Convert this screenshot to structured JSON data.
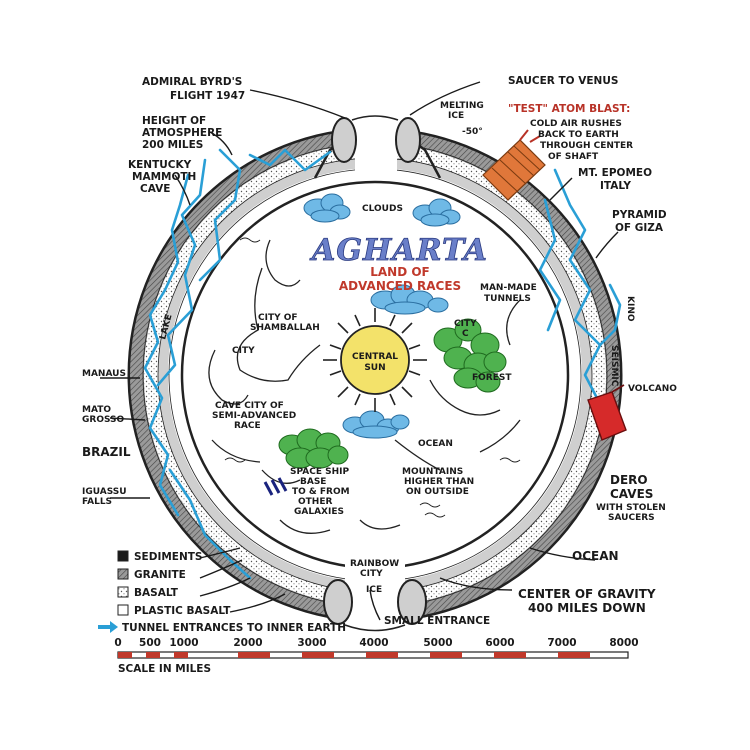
{
  "title": "AGHARTA",
  "subtitle_1": "LAND OF",
  "subtitle_2": "ADVANCED RACES",
  "labels": {
    "byrd_1": "ADMIRAL BYRD'S",
    "byrd_2": "FLIGHT 1947",
    "saucer": "SAUCER TO VENUS",
    "melting_ice_1": "MELTING",
    "melting_ice_2": "ICE",
    "temp": "-50°",
    "atom_1": "\"TEST\" ATOM BLAST:",
    "atom_2": "COLD AIR RUSHES",
    "atom_3": "BACK TO EARTH",
    "atom_4": "THROUGH CENTER",
    "atom_5": "OF SHAFT",
    "atmos_1": "HEIGHT OF",
    "atmos_2": "ATMOSPHERE",
    "atmos_3": "200 MILES",
    "kentucky_1": "KENTUCKY",
    "kentucky_2": "MAMMOTH",
    "kentucky_3": "CAVE",
    "epomeo_1": "MT. EPOMEO",
    "epomeo_2": "ITALY",
    "pyramid_1": "PYRAMID",
    "pyramid_2": "OF GIZA",
    "clouds": "CLOUDS",
    "shamballah_1": "CITY OF",
    "shamballah_2": "SHAMBALLAH",
    "city_left": "CITY",
    "city_right_1": "CITY",
    "city_right_2": "C",
    "forest": "FOREST",
    "central_1": "CENTRAL",
    "central_2": "SUN",
    "tunnels_1": "MAN-MADE",
    "tunnels_2": "TUNNELS",
    "lake": "LAKE",
    "manaus": "MANAUS",
    "mato_1": "MATO",
    "mato_2": "GROSSO",
    "brazil": "BRAZIL",
    "iguassu_1": "IGUASSU",
    "iguassu_2": "FALLS",
    "cave_city_1": "CAVE CITY OF",
    "cave_city_2": "SEMI-ADVANCED",
    "cave_city_3": "RACE",
    "ocean_inner": "OCEAN",
    "mountains_1": "MOUNTAINS",
    "mountains_2": "HIGHER THAN",
    "mountains_3": "ON OUTSIDE",
    "volcano": "VOLCANO",
    "seismic": "SEISMIC",
    "dero_1": "DERO",
    "dero_2": "CAVES",
    "dero_3": "WITH STOLEN",
    "dero_4": "SAUCERS",
    "space_1": "SPACE SHIP",
    "space_2": "BASE",
    "space_3": "TO & FROM",
    "space_4": "OTHER",
    "space_5": "GALAXIES",
    "rainbow_1": "RAINBOW",
    "rainbow_2": "CITY",
    "ice_bottom": "ICE",
    "ocean_outer": "OCEAN",
    "gravity_1": "CENTER OF GRAVITY",
    "gravity_2": "400 MILES DOWN",
    "small_entrance": "SMALL ENTRANCE",
    "kino": "KINO"
  },
  "legend": {
    "items": [
      {
        "label": "SEDIMENTS",
        "swatch": "#1a1a1a"
      },
      {
        "label": "GRANITE",
        "swatch": "#8a8a8a"
      },
      {
        "label": "BASALT",
        "swatch": "#c8c8c8"
      },
      {
        "label": "PLASTIC BASALT",
        "swatch": "#ffffff"
      }
    ],
    "tunnel_label": "TUNNEL ENTRANCES TO INNER EARTH"
  },
  "scale": {
    "ticks": [
      "0",
      "500",
      "1000",
      "2000",
      "3000",
      "4000",
      "5000",
      "6000",
      "7000",
      "8000"
    ],
    "caption": "SCALE IN MILES"
  },
  "colors": {
    "tunnel": "#2a9fd6",
    "cloud": "#6fb9e6",
    "sun": "#f3e26a",
    "forest": "#4fb24f",
    "atom": "#e0773a",
    "dero": "#d62a2a",
    "title": "#6a7fc9"
  }
}
